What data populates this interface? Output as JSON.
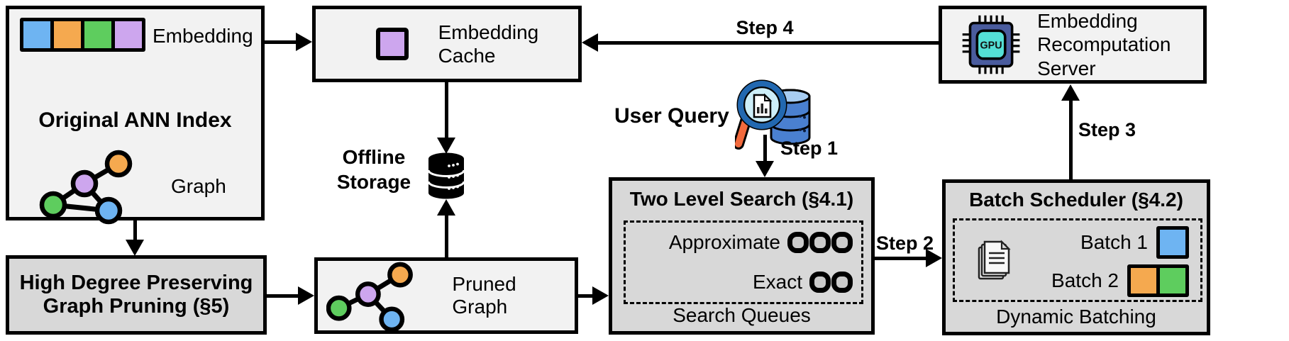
{
  "colors": {
    "blue": "#6eb4f2",
    "orange": "#f5a94f",
    "green": "#5ecd5e",
    "purple": "#cda6ee",
    "box_light": "#f2f2f2",
    "box_gray": "#d8d8d8",
    "chip_body": "#4a5c9e",
    "chip_core": "#54e0d6",
    "glass_rim": "#2268b0",
    "glass_lens": "#cdeef8",
    "glass_handle": "#f26a3d",
    "db_blue": "#4a80d0",
    "db_blue_light": "#a8cdf2"
  },
  "original_index": {
    "title": "Original ANN Index",
    "embedding_label": "Embedding",
    "graph_label": "Graph"
  },
  "pruning": {
    "title": "High Degree Preserving Graph Pruning (§5)"
  },
  "embedding_cache": {
    "title": "Embedding Cache"
  },
  "offline_storage": {
    "label": "Offline Storage"
  },
  "pruned_graph": {
    "label": "Pruned Graph"
  },
  "user_query": {
    "label": "User Query"
  },
  "two_level_search": {
    "title": "Two Level Search (§4.1)",
    "approximate_label": "Approximate",
    "exact_label": "Exact",
    "approximate_queue_count": 3,
    "exact_queue_count": 2,
    "footer": "Search Queues"
  },
  "batch_scheduler": {
    "title": "Batch Scheduler (§4.2)",
    "batch1_label": "Batch 1",
    "batch2_label": "Batch 2",
    "footer": "Dynamic Batching"
  },
  "recomputation_server": {
    "title": "Embedding Recomputation Server",
    "chip_label": "GPU"
  },
  "steps": {
    "step1": "Step 1",
    "step2": "Step 2",
    "step3": "Step 3",
    "step4": "Step 4"
  }
}
